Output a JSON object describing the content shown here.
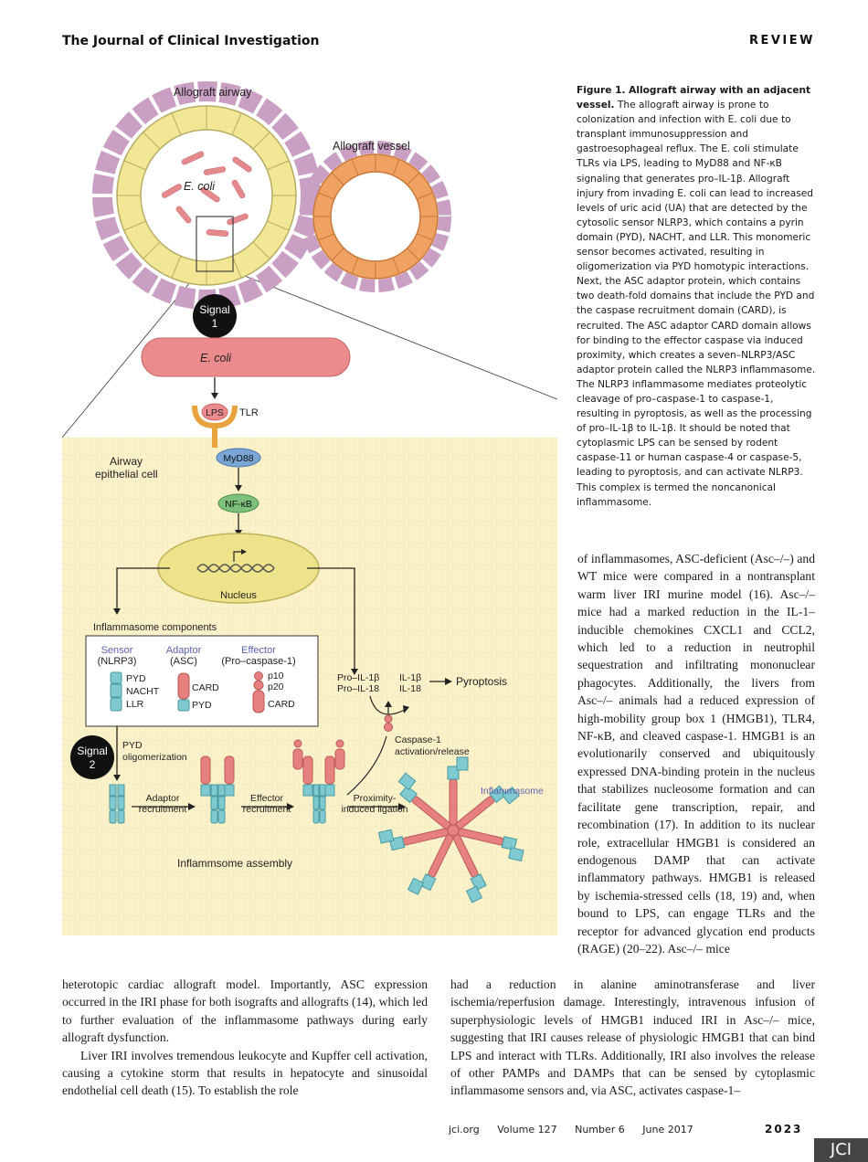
{
  "header": {
    "journal": "The Journal of Clinical Investigation",
    "section": "REVIEW"
  },
  "figure": {
    "allograft_airway": "Allograft airway",
    "allograft_vessel": "Allograft vessel",
    "ecoli": "E. coli",
    "signal1_a": "Signal",
    "signal1_b": "1",
    "ecoli_bar": "E. coli",
    "lps": "LPS",
    "tlr": "TLR",
    "airway_cell_a": "Airway",
    "airway_cell_b": "epithelial cell",
    "myd88": "MyD88",
    "nfkb": "NF-κB",
    "nucleus": "Nucleus",
    "inflammasome_components": "Inflammasome components",
    "sensor": "Sensor",
    "sensor_sub": "(NLRP3)",
    "adaptor": "Adaptor",
    "adaptor_sub": "(ASC)",
    "effector": "Effector",
    "effector_sub": "(Pro–caspase-1)",
    "pyd": "PYD",
    "nacht": "NACHT",
    "llr": "LLR",
    "card": "CARD",
    "pyd2": "PYD",
    "p10": "p10",
    "p20": "p20",
    "card2": "CARD",
    "pro_il1b": "Pro–IL-1β",
    "pro_il18": "Pro–IL-18",
    "il1b": "IL-1β",
    "il18": "IL-18",
    "pyroptosis": "Pyroptosis",
    "caspase_a": "Caspase-1",
    "caspase_b": "activation/release",
    "signal2_a": "Signal",
    "signal2_b": "2",
    "pyd_olig_a": "PYD",
    "pyd_olig_b": "oligomerization",
    "adaptor_rec_a": "Adaptor",
    "adaptor_rec_b": "recruitment",
    "effector_rec_a": "Effector",
    "effector_rec_b": "recruitment",
    "prox_a": "Proximity-",
    "prox_b": "induced ligation",
    "inflammasome": "Inflammasome",
    "assembly": "Inflammsome assembly"
  },
  "caption": {
    "title": "Figure 1. Allograft airway with an adjacent vessel.",
    "text": " The allograft airway is prone to colonization and infection with E. coli due to transplant immunosuppression and gastroesophageal reflux. The E. coli stimulate TLRs via LPS, leading to MyD88 and NF-κB signaling that generates pro–IL-1β. Allograft injury from invading E. coli can lead to increased levels of uric acid (UA) that are detected by the cytosolic sensor NLRP3, which contains a pyrin domain (PYD), NACHT, and LLR. This monomeric sensor becomes activated, resulting in oligomerization via PYD homotypic interactions. Next, the ASC adaptor protein, which contains two death-fold domains that include the PYD and the caspase recruitment domain (CARD), is recruited. The ASC adaptor CARD domain allows for binding to the effector caspase via induced proximity, which creates a seven–NLRP3/ASC adaptor protein called the NLRP3 inflammasome. The NLRP3 inflammasome mediates proteolytic cleavage of pro–caspase-1 to caspase-1, resulting in pyroptosis, as well as the processing of pro–IL-1β to IL-1β. It should be noted that cytoplasmic LPS can be sensed by rodent caspase-11 or human caspase-4 or caspase-5, leading to pyroptosis, and can activate NLRP3. This complex is termed the noncanonical inflammasome."
  },
  "body": {
    "right_top": "of inflammasomes, ASC-deficient (Asc–/–) and WT mice were compared in a nontransplant warm liver IRI murine model (16). Asc–/– mice had a marked reduction in the IL-1–inducible chemokines CXCL1 and CCL2, which led to a reduction in neutrophil sequestration and infiltrating mononuclear phagocytes. Additionally, the livers from Asc–/– animals had a reduced expression of high-mobility group box 1 (HMGB1), TLR4, NF-κB, and cleaved caspase-1. HMGB1 is an evolutionarily conserved and ubiquitously expressed DNA-binding protein in the nucleus that stabilizes nucleosome formation and can facilitate gene transcription, repair, and recombination (17). In addition to its nuclear role, extracellular HMGB1 is considered an endogenous DAMP that can activate inflammatory pathways. HMGB1 is released by ischemia-stressed cells (18, 19) and, when bound to LPS, can engage TLRs and the receptor for advanced glycation end products (RAGE) (20–22). Asc–/– mice",
    "left_p1": "heterotopic cardiac allograft model. Importantly, ASC expression occurred in the IRI phase for both isografts and allografts (14), which led to further evaluation of the inflammasome pathways during early allograft dysfunction.",
    "left_p2": "Liver IRI involves tremendous leukocyte and Kupffer cell activation, causing a cytokine storm that results in hepatocyte and sinusoidal endothelial cell death (15). To establish the role",
    "right_bottom": "had a reduction in alanine aminotransferase and liver ischemia/reperfusion damage. Interestingly, intravenous infusion of superphysiologic levels of HMGB1 induced IRI in Asc–/– mice, suggesting that IRI causes release of physiologic HMGB1 that can bind LPS and interact with TLRs. Additionally, IRI also involves the release of other PAMPs and DAMPs that can be sensed by cytoplasmic inflammasome sensors and, via ASC, activates caspase-1–"
  },
  "footer": {
    "site": "jci.org",
    "volume": "Volume 127",
    "number": "Number 6",
    "date": "June 2017",
    "page": "2023",
    "logo": "JCI"
  }
}
